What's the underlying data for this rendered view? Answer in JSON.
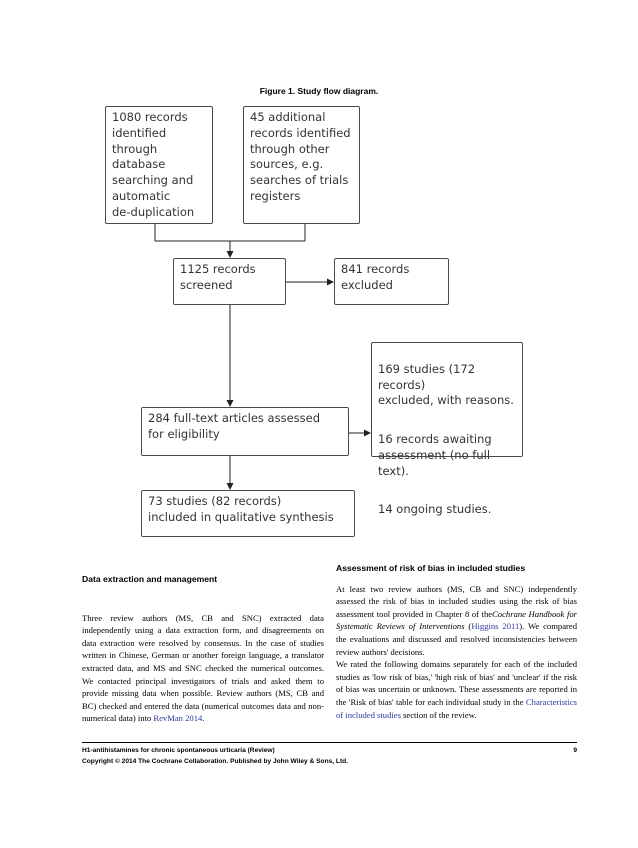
{
  "figure": {
    "caption": "Figure 1.   Study flow diagram.",
    "boxes": {
      "db": "1080 records\nidentified through\ndatabase\nsearching and\nautomatic\nde-duplication",
      "other": "45 additional\nrecords identified\nthrough other\nsources, e.g.\nsearches of trials\nregisters",
      "screened": "1125 records\nscreened",
      "excluded": "841 records\nexcluded",
      "fulltext": "284 full-text articles assessed\nfor eligibility",
      "reasons": [
        "169 studies (172 records)\nexcluded, with reasons.",
        "16 records awaiting\nassessment (no full text).",
        "14 ongoing studies."
      ],
      "included": "73 studies (82 records)\nincluded in qualitative synthesis"
    }
  },
  "left": {
    "heading": "Data extraction and management",
    "p1_a": "Three review authors (MS, CB and SNC) extracted data independently using a data extraction form, and disagreements on data extraction were resolved by consensus. In the case of studies written in Chinese, German or another foreign language, a translator extracted data, and MS and SNC checked the numerical outcomes. We contacted principal investigators of trials and asked them to provide missing data when possible. Review authors (MS, CB and BC) checked and entered the data (numerical outcomes data and non-numerical data) into ",
    "p1_link": "RevMan 2014",
    "p1_b": "."
  },
  "right": {
    "heading": "Assessment of risk of bias in included studies",
    "p1_a": "At least two review authors (MS, CB and SNC) independently assessed the risk of bias in included studies using the risk of bias assessment tool provided in Chapter 8 of the",
    "p1_em": "Cochrane Handbook for Systematic Reviews of Interventions",
    "p1_b": " (",
    "p1_link": "Higgins 2011",
    "p1_c": "). We compared the evaluations and discussed and resolved inconsistencies between review authors' decisions.",
    "p2_a": "We rated the following domains separately for each of the included studies as 'low risk of bias,' 'high risk of bias' and 'unclear' if the risk of bias was uncertain or unknown. These assessments are reported in the 'Risk of bias' table for each individual study in the ",
    "p2_link": "Characteristics of included studies",
    "p2_b": " section of the review."
  },
  "footer": {
    "title": "H1-antihistamines for chronic spontaneous urticaria (Review)",
    "page": "9",
    "copyright": "Copyright © 2014 The Cochrane Collaboration. Published by John Wiley & Sons, Ltd."
  }
}
